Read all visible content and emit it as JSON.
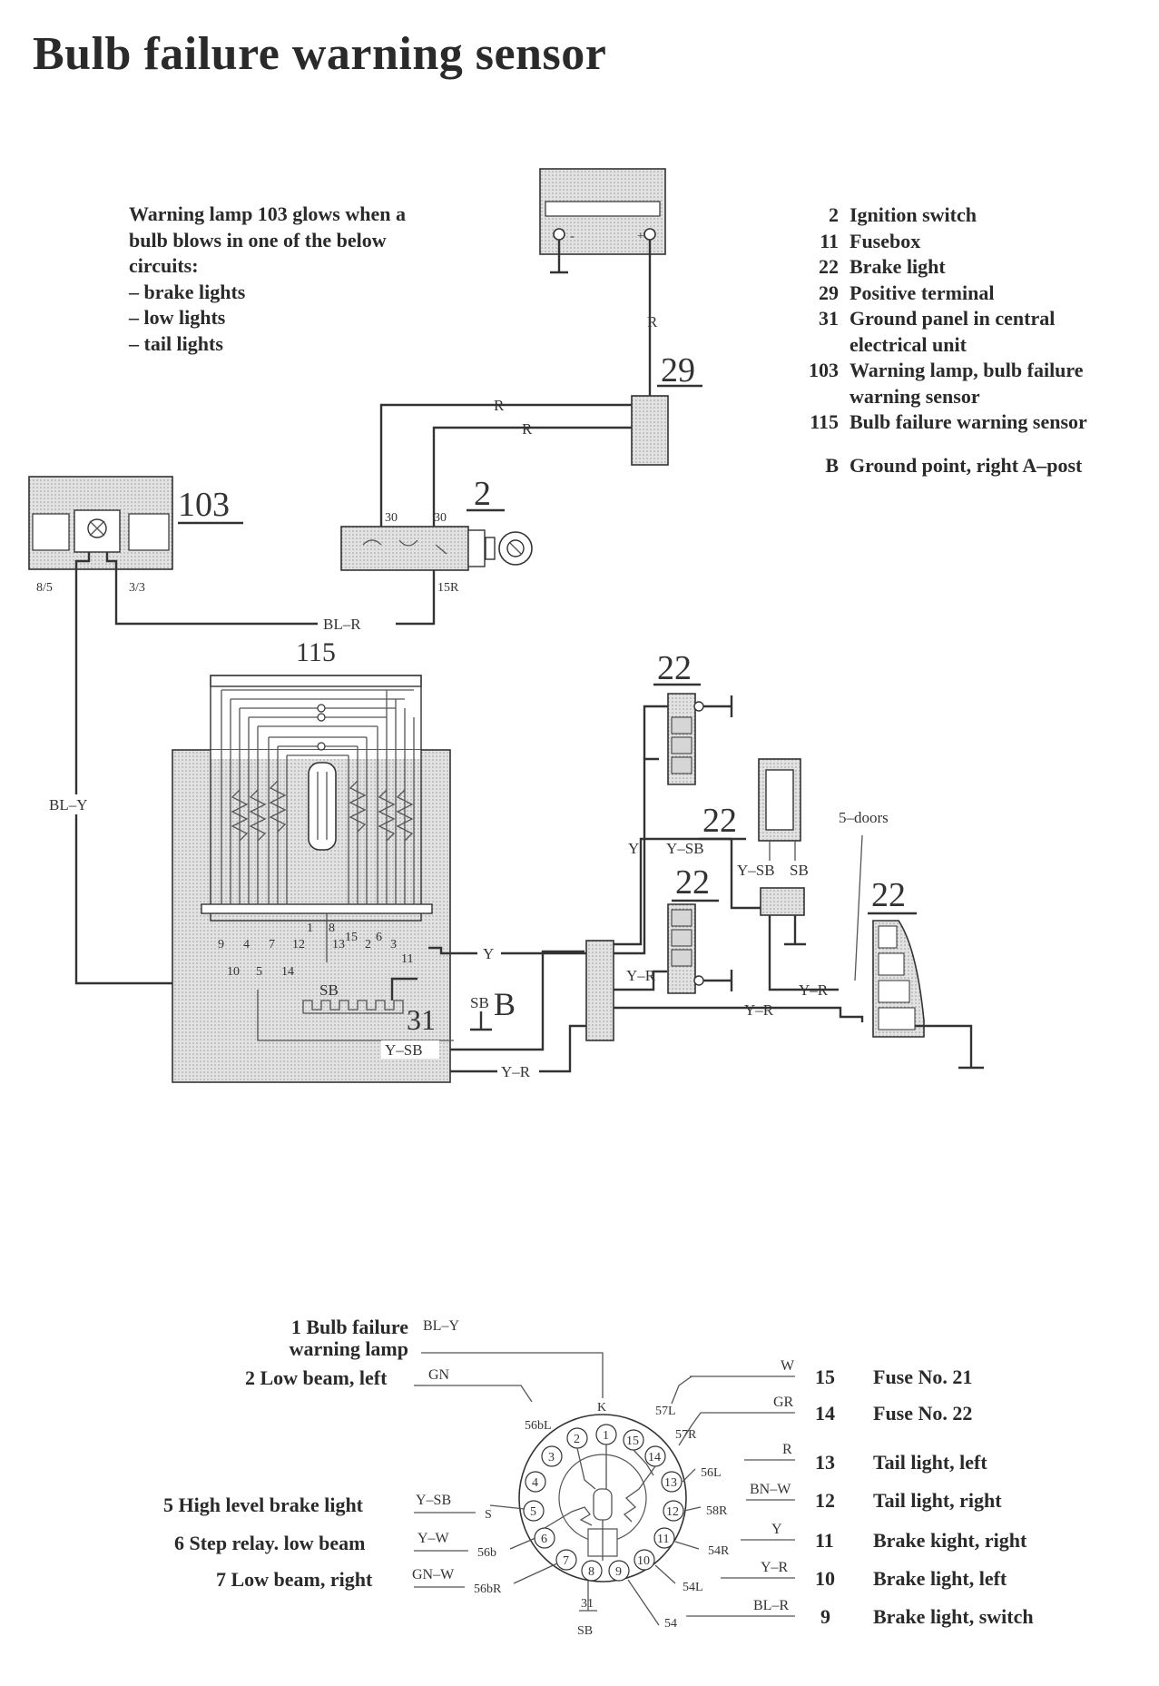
{
  "title": "Bulb failure warning sensor",
  "note": {
    "lines": [
      "Warning lamp 103 glows when a",
      "bulb blows in one of the below",
      "circuits:",
      "– brake lights",
      "– low lights",
      "– tail lights"
    ]
  },
  "legend": [
    {
      "num": "2",
      "text": "Ignition switch"
    },
    {
      "num": "11",
      "text": "Fusebox"
    },
    {
      "num": "22",
      "text": "Brake light"
    },
    {
      "num": "29",
      "text": "Positive terminal"
    },
    {
      "num": "31",
      "text": "Ground panel in central electrical unit"
    },
    {
      "num": "103",
      "text": "Warning lamp, bulb failure warning sensor"
    },
    {
      "num": "115",
      "text": "Bulb failure warning sensor"
    },
    {
      "num": "B",
      "text": "Ground point, right A–post"
    }
  ],
  "diagram": {
    "components": {
      "c29": "29",
      "c103": "103",
      "c2": "2",
      "c115": "115",
      "c22a": "22",
      "c22b": "22",
      "c22c": "22",
      "c22d": "22",
      "c31": "31",
      "cB": "B"
    },
    "wires": {
      "r1": "R",
      "r2": "R",
      "r3": "R",
      "bl_r": "BL–R",
      "bl_y": "BL–Y",
      "y1": "Y",
      "y2": "Y",
      "y_sb1": "Y–SB",
      "y_sb2": "Y–SB",
      "y_sb3": "Y–SB",
      "sb1": "SB",
      "sb2": "SB",
      "sb3": "SB",
      "y_r1": "Y–R",
      "y_r2": "Y–R",
      "y_r3": "Y–R",
      "y_r4": "Y–R"
    },
    "pins": {
      "p85": "8/5",
      "p33": "3/3",
      "p15r": "15R",
      "t30a": "30",
      "t30b": "30",
      "doors": "5–doors",
      "bminus": "-",
      "bplus": "+"
    },
    "sensor_pins_top": [
      "9",
      "4",
      "7",
      "1",
      "12",
      "8",
      "13",
      "2",
      "3"
    ],
    "sensor_pins_mid": [
      "15",
      "6"
    ],
    "sensor_pins_bot": [
      "10",
      "5",
      "14",
      "11"
    ]
  },
  "connector": {
    "left": [
      {
        "label": "1 Bulb failure\nwarning lamp",
        "wire": "BL–Y",
        "term": "K"
      },
      {
        "label": "2 Low beam, left",
        "wire": "GN",
        "term": "56bL"
      },
      {
        "label": "5 High level brake light",
        "wire": "Y–SB",
        "term": "S"
      },
      {
        "label": "6 Step relay. low beam",
        "wire": "Y–W",
        "term": "56b"
      },
      {
        "label": "7 Low beam, right",
        "wire": "GN–W",
        "term": "56bR"
      }
    ],
    "right": [
      {
        "num": "15",
        "label": "Fuse No. 21",
        "wire": "W",
        "term": "57L"
      },
      {
        "num": "14",
        "label": "Fuse No. 22",
        "wire": "GR",
        "term": "57R"
      },
      {
        "num": "13",
        "label": "Tail light, left",
        "wire": "R",
        "term": "56L"
      },
      {
        "num": "12",
        "label": "Tail light, right",
        "wire": "BN–W",
        "term": "58R"
      },
      {
        "num": "11",
        "label": "Brake kight, right",
        "wire": "Y",
        "term": "54R"
      },
      {
        "num": "10",
        "label": "Brake light, left",
        "wire": "Y–R",
        "term": "54L"
      },
      {
        "num": "9",
        "label": "Brake light, switch",
        "wire": "BL–R",
        "term": "54"
      }
    ],
    "ground_top": "31",
    "ground_bottom": "SB",
    "pin_numbers": [
      "1",
      "2",
      "3",
      "4",
      "5",
      "6",
      "7",
      "8",
      "9",
      "10",
      "11",
      "12",
      "13",
      "14",
      "15"
    ]
  }
}
